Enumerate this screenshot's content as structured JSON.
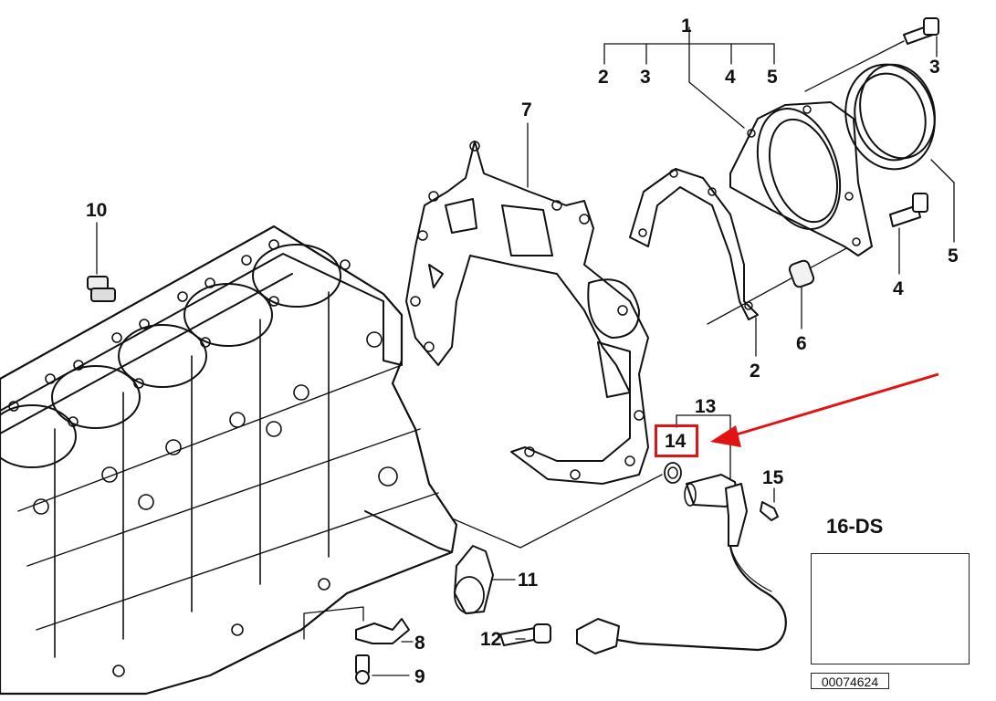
{
  "diagram": {
    "callouts": [
      {
        "id": "c1",
        "text": "1"
      },
      {
        "id": "c2a",
        "text": "2"
      },
      {
        "id": "c3a",
        "text": "3"
      },
      {
        "id": "c4a",
        "text": "4"
      },
      {
        "id": "c5a",
        "text": "5"
      },
      {
        "id": "c3b",
        "text": "3"
      },
      {
        "id": "c5b",
        "text": "5"
      },
      {
        "id": "c4b",
        "text": "4"
      },
      {
        "id": "c6",
        "text": "6"
      },
      {
        "id": "c2b",
        "text": "2"
      },
      {
        "id": "c7",
        "text": "7"
      },
      {
        "id": "c10",
        "text": "10"
      },
      {
        "id": "c13",
        "text": "13"
      },
      {
        "id": "c14",
        "text": "14"
      },
      {
        "id": "c15",
        "text": "15"
      },
      {
        "id": "c11",
        "text": "11"
      },
      {
        "id": "c12",
        "text": "12"
      },
      {
        "id": "c8",
        "text": "8"
      },
      {
        "id": "c9",
        "text": "9"
      }
    ],
    "group_title": "16-DS",
    "catalog_number": "00074624",
    "highlight_color": "#e01414"
  }
}
